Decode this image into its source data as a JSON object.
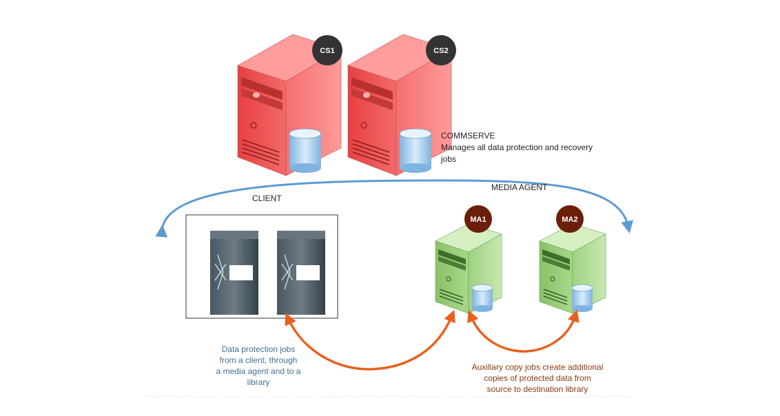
{
  "servers": {
    "cs1": {
      "badge": "CS1"
    },
    "cs2": {
      "badge": "CS2"
    },
    "commserve": {
      "title": "COMMSERVE",
      "description": [
        "Manages all data protection and recovery",
        "jobs"
      ]
    }
  },
  "client": {
    "title": "CLIENT"
  },
  "media_agent": {
    "title": "MEDIA AGENT",
    "ma1": {
      "badge": "MA1"
    },
    "ma2": {
      "badge": "MA2"
    }
  },
  "notes": {
    "data_protection": [
      "Data protection jobs",
      "from a client, through",
      "a media agent and to a",
      "library"
    ],
    "auxiliary_copy": [
      "Auxillary copy jobs create additional",
      "copies of protected data from",
      "source to destination library"
    ]
  },
  "colors": {
    "commserve_red": "#f25c5c",
    "media_agent_green": "#a8d88a",
    "cs_badge": "#333333",
    "ma_badge": "#6b1e0a",
    "blue_arrow": "#5a9bd5",
    "orange_arrow": "#e8601c",
    "note_blue": "#3e6f96",
    "note_brown": "#8b3a0f"
  }
}
